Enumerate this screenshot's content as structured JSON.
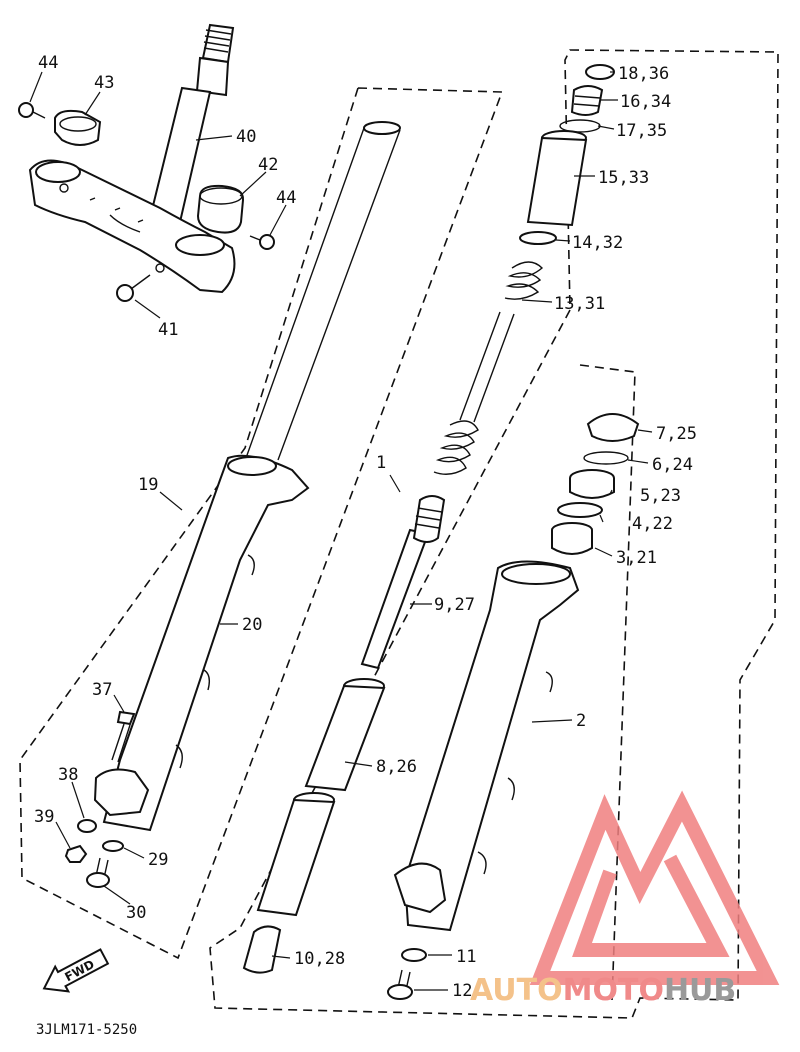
{
  "diagram_code": "3JLM171-5250",
  "fwd_label": "FWD",
  "logo": {
    "part1": "AUTO",
    "part2": "MOTO",
    "part3": "HUB",
    "colors": {
      "part1": "#f4c28a",
      "part2": "#f08a8a",
      "part3": "#9a9a9a",
      "mark": "#f08080"
    }
  },
  "callouts": {
    "c1": "1",
    "c2": "2",
    "c3": "3,21",
    "c4": "4,22",
    "c5": "5,23",
    "c6": "6,24",
    "c7": "7,25",
    "c8": "8,26",
    "c9": "9,27",
    "c10": "10,28",
    "c11": "11",
    "c12": "12",
    "c13": "13,31",
    "c14": "14,32",
    "c15": "15,33",
    "c16": "16,34",
    "c17": "17,35",
    "c18": "18,36",
    "c19": "19",
    "c20": "20",
    "c29": "29",
    "c30": "30",
    "c37": "37",
    "c38": "38",
    "c39": "39",
    "c40": "40",
    "c41": "41",
    "c42": "42",
    "c43": "43",
    "c44a": "44",
    "c44b": "44"
  }
}
